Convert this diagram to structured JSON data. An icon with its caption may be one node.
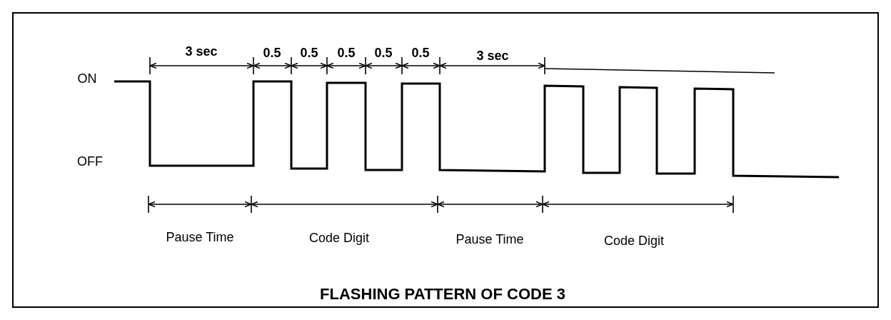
{
  "diagram": {
    "caption": "FLASHING PATTERN OF CODE 3",
    "labels": [
      "3 sec",
      "0.5",
      "0.5",
      "0.5",
      "0.5",
      "0.5",
      "3 sec",
      "ON",
      "OFF",
      "Pause Time",
      "Code Digit",
      "Pause Time",
      "Code Digit"
    ]
  }
}
